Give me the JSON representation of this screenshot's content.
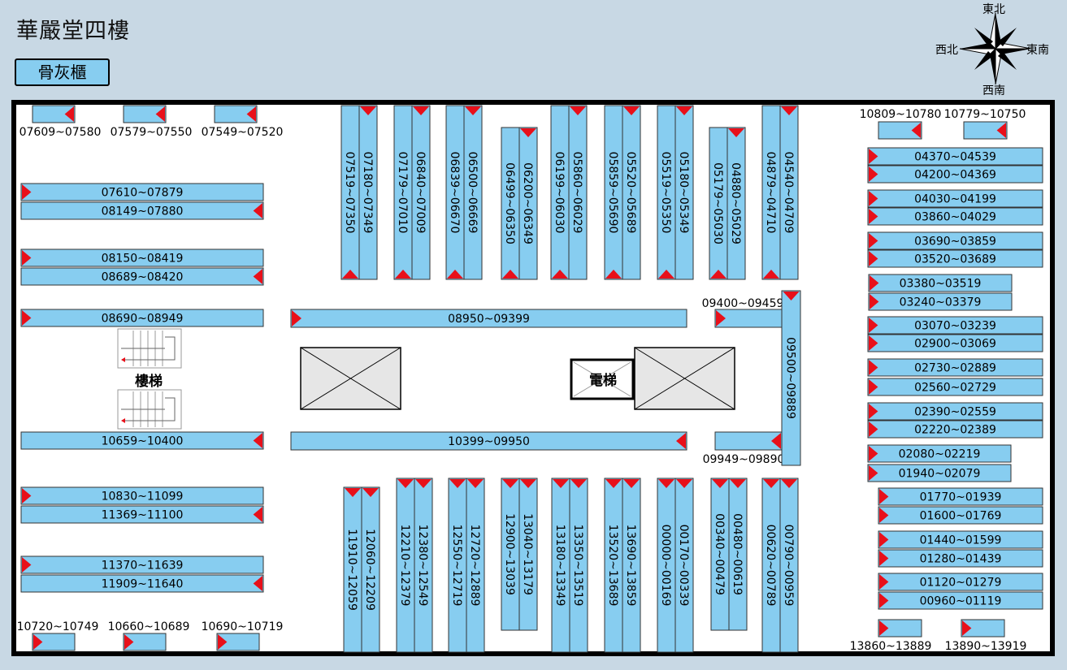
{
  "title": "華嚴堂四樓",
  "legend_label": "骨灰櫃",
  "compass": {
    "north": "東北",
    "west": "西北",
    "east": "東南",
    "south": "西南"
  },
  "stairs_label": "樓梯",
  "elevator_label": "電梯",
  "colors": {
    "cabinet": "#87cdf0",
    "marker": "#e8101a",
    "background": "#c8d8e4"
  },
  "cabinets_left": [
    {
      "label": "07610~07879",
      "dir": "left"
    },
    {
      "label": "08149~07880",
      "dir": "right"
    },
    {
      "label": "08150~08419",
      "dir": "left"
    },
    {
      "label": "08689~08420",
      "dir": "right"
    },
    {
      "label": "08690~08949",
      "dir": "left"
    },
    {
      "label": "10659~10400",
      "dir": "right"
    },
    {
      "label": "10830~11099",
      "dir": "left"
    },
    {
      "label": "11369~11100",
      "dir": "right"
    },
    {
      "label": "11370~11639",
      "dir": "left"
    },
    {
      "label": "11909~11640",
      "dir": "right"
    }
  ],
  "cabinets_top_small": [
    "07609~07580",
    "07579~07550",
    "07549~07520"
  ],
  "cabinets_bottom_small": [
    "10720~10749",
    "10660~10689",
    "10690~10719"
  ],
  "cabinets_top_vertical": [
    "07519~07350",
    "07180~07349",
    "07179~07010",
    "06840~07009",
    "06839~06670",
    "06500~06669",
    "06499~06350",
    "06200~06349",
    "06199~06030",
    "05860~06029",
    "05859~05690",
    "05520~05689",
    "05519~05350",
    "05180~05349",
    "05179~05030",
    "04880~05029",
    "04879~04710",
    "04540~04709"
  ],
  "cabinets_bottom_vertical": [
    "11910~12059",
    "12060~12209",
    "12210~12379",
    "12380~12549",
    "12550~12719",
    "12720~12889",
    "12900~13039",
    "13040~13179",
    "13180~13349",
    "13350~13519",
    "13520~13689",
    "13690~13859",
    "00000~00169",
    "00170~00339",
    "00340~00479",
    "00480~00619",
    "00620~00789",
    "00790~00959"
  ],
  "cabinets_center": {
    "top": "08950~09399",
    "bottom": "10399~09950",
    "small_top": "09400~09459",
    "small_bottom": "09949~09890",
    "vertical": "09500~09889"
  },
  "cabinets_right": [
    "04370~04539",
    "04200~04369",
    "04030~04199",
    "03860~04029",
    "03690~03859",
    "03520~03689",
    "03380~03519",
    "03240~03379",
    "03070~03239",
    "02900~03069",
    "02730~02889",
    "02560~02729",
    "02390~02559",
    "02220~02389",
    "02080~02219",
    "01940~02079",
    "01770~01939",
    "01600~01769",
    "01440~01599",
    "01280~01439",
    "01120~01279",
    "00960~01119"
  ],
  "cabinets_right_top_small": [
    "10809~10780",
    "10779~10750"
  ],
  "cabinets_right_bottom_small": [
    "13860~13889",
    "13890~13919"
  ]
}
